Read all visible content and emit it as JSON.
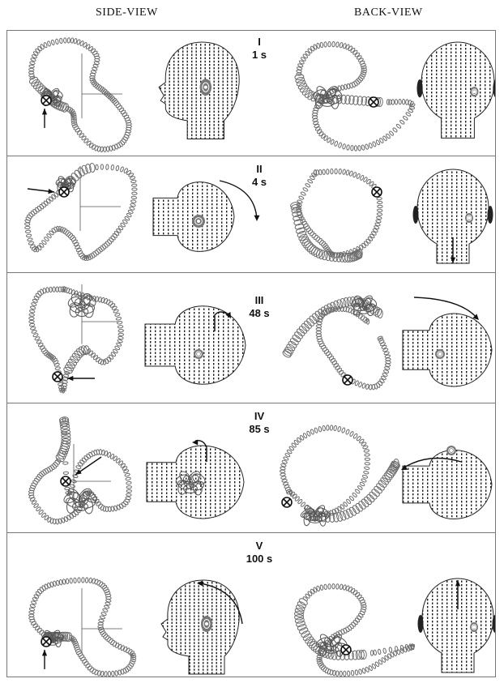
{
  "headers": {
    "side": "SIDE-VIEW",
    "back": "BACK-VIEW"
  },
  "stages": [
    {
      "numeral": "I",
      "time": "1 s"
    },
    {
      "numeral": "II",
      "time": "4 s"
    },
    {
      "numeral": "III",
      "time": "48 s"
    },
    {
      "numeral": "IV",
      "time": "85 s"
    },
    {
      "numeral": "V",
      "time": "100 s"
    }
  ],
  "colors": {
    "ring": "#6b6b6b",
    "dot": "#1a1a1a",
    "border": "#777777",
    "ear": "#222222"
  }
}
